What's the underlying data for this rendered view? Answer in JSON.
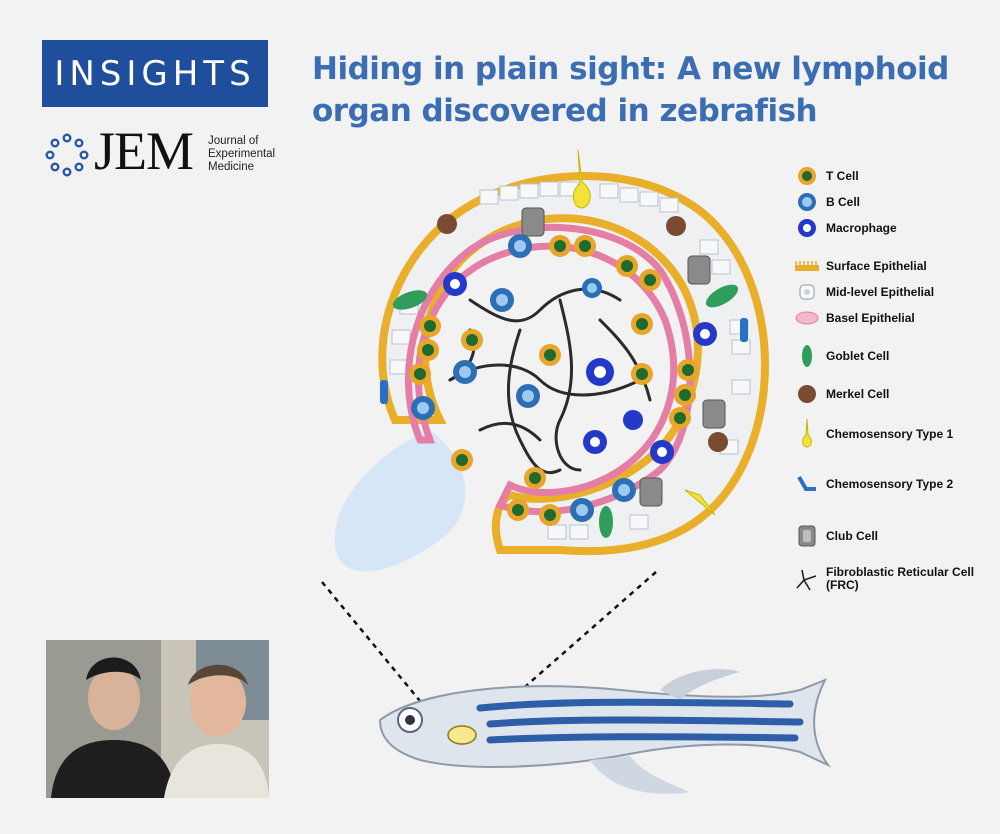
{
  "badge": {
    "label": "INSIGHTS",
    "color": "#1f4e9c"
  },
  "journal": {
    "abbrev": "JEM",
    "full_name": "Journal of\nExperimental\nMedicine"
  },
  "headline": "Hiding in plain sight: A new lymphoid organ discovered in zebrafish",
  "legend": [
    {
      "label": "T Cell",
      "icon": "t-cell-icon"
    },
    {
      "label": "B Cell",
      "icon": "b-cell-icon"
    },
    {
      "label": "Macrophage",
      "icon": "macrophage-icon"
    },
    {
      "label": "Surface Epithelial",
      "icon": "surface-epithelial-icon"
    },
    {
      "label": "Mid-level Epithelial",
      "icon": "mid-level-epithelial-icon"
    },
    {
      "label": "Basel Epithelial",
      "icon": "basal-epithelial-icon"
    },
    {
      "label": "Goblet Cell",
      "icon": "goblet-cell-icon"
    },
    {
      "label": "Merkel Cell",
      "icon": "merkel-cell-icon"
    },
    {
      "label": "Chemosensory Type 1",
      "icon": "chemosensory-type1-icon"
    },
    {
      "label": "Chemosensory Type 2",
      "icon": "chemosensory-type2-icon"
    },
    {
      "label": "Club Cell",
      "icon": "club-cell-icon"
    },
    {
      "label": "Fibroblastic Reticular Cell (FRC)",
      "icon": "frc-icon"
    }
  ],
  "colors": {
    "title": "#3b6db3",
    "t_cell": "#1f6b2e",
    "t_cell_ring": "#e8a52a",
    "b_cell": "#2c6fb5",
    "macrophage": "#2438c9",
    "surface": "#e9ae2a",
    "basal": "#e57ea6",
    "goblet": "#2f9e5a",
    "merkel": "#7a4a33",
    "chemo1": "#f2e23a",
    "chemo2": "#2a6fc7",
    "club": "#8a8a8a",
    "fish_stripe": "#2f5ea8"
  }
}
